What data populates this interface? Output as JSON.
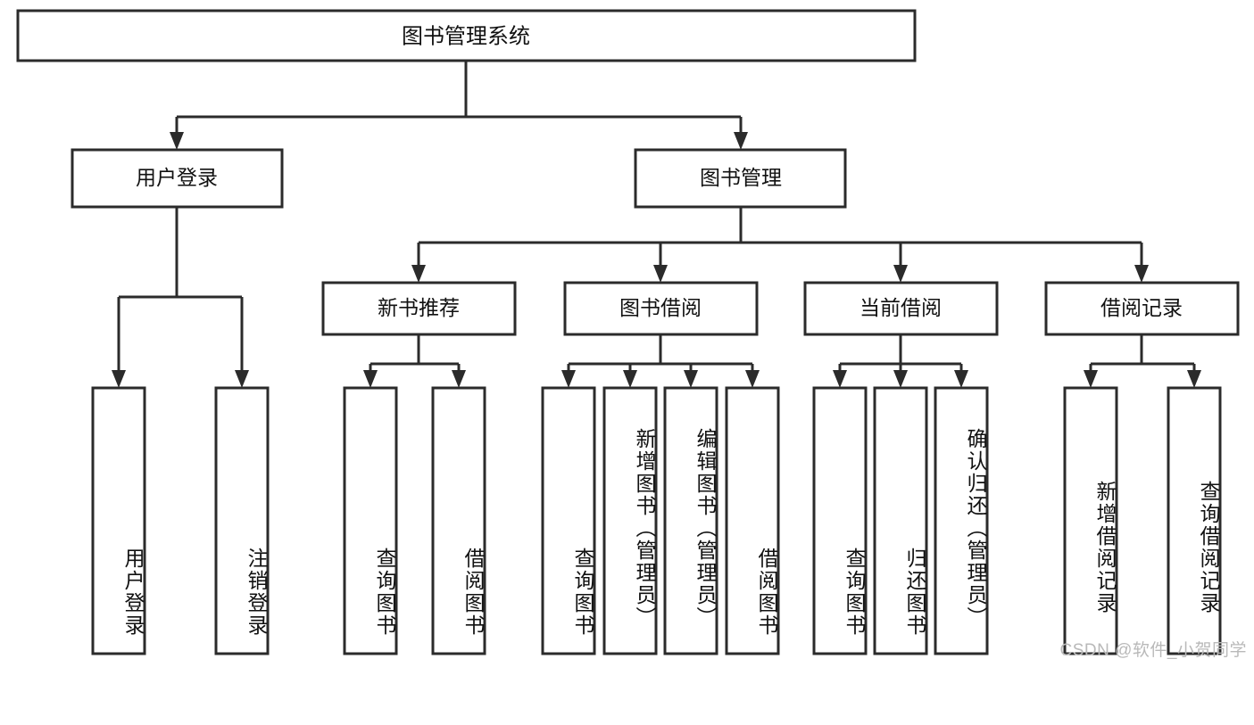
{
  "diagram": {
    "title": "图书管理系统",
    "type": "tree-hierarchy-diagram",
    "colors": {
      "box_stroke": "#2b2b2b",
      "box_fill": "#ffffff",
      "text": "#111111",
      "background": "#ffffff",
      "watermark": "#b9b9b9"
    },
    "root": {
      "label": "图书管理系统"
    },
    "level2": [
      {
        "label": "用户登录"
      },
      {
        "label": "图书管理"
      }
    ],
    "level3": [
      {
        "label": "新书推荐"
      },
      {
        "label": "图书借阅"
      },
      {
        "label": "当前借阅"
      },
      {
        "label": "借阅记录"
      }
    ],
    "leaves": {
      "user_login": [
        {
          "label": "用户登录"
        },
        {
          "label": "注销登录"
        }
      ],
      "new_book_recommend": [
        {
          "label": "查询图书"
        },
        {
          "label": "借阅图书"
        }
      ],
      "book_borrow": [
        {
          "label": "查询图书"
        },
        {
          "label": "新增图书（管理员）"
        },
        {
          "label": "编辑图书（管理员）"
        },
        {
          "label": "借阅图书"
        }
      ],
      "current_borrow": [
        {
          "label": "查询图书"
        },
        {
          "label": "归还图书"
        },
        {
          "label": "确认归还（管理员）"
        }
      ],
      "borrow_record": [
        {
          "label": "新增借阅记录"
        },
        {
          "label": "查询借阅记录"
        }
      ]
    },
    "watermark": "CSDN @软件_小贺同学"
  }
}
